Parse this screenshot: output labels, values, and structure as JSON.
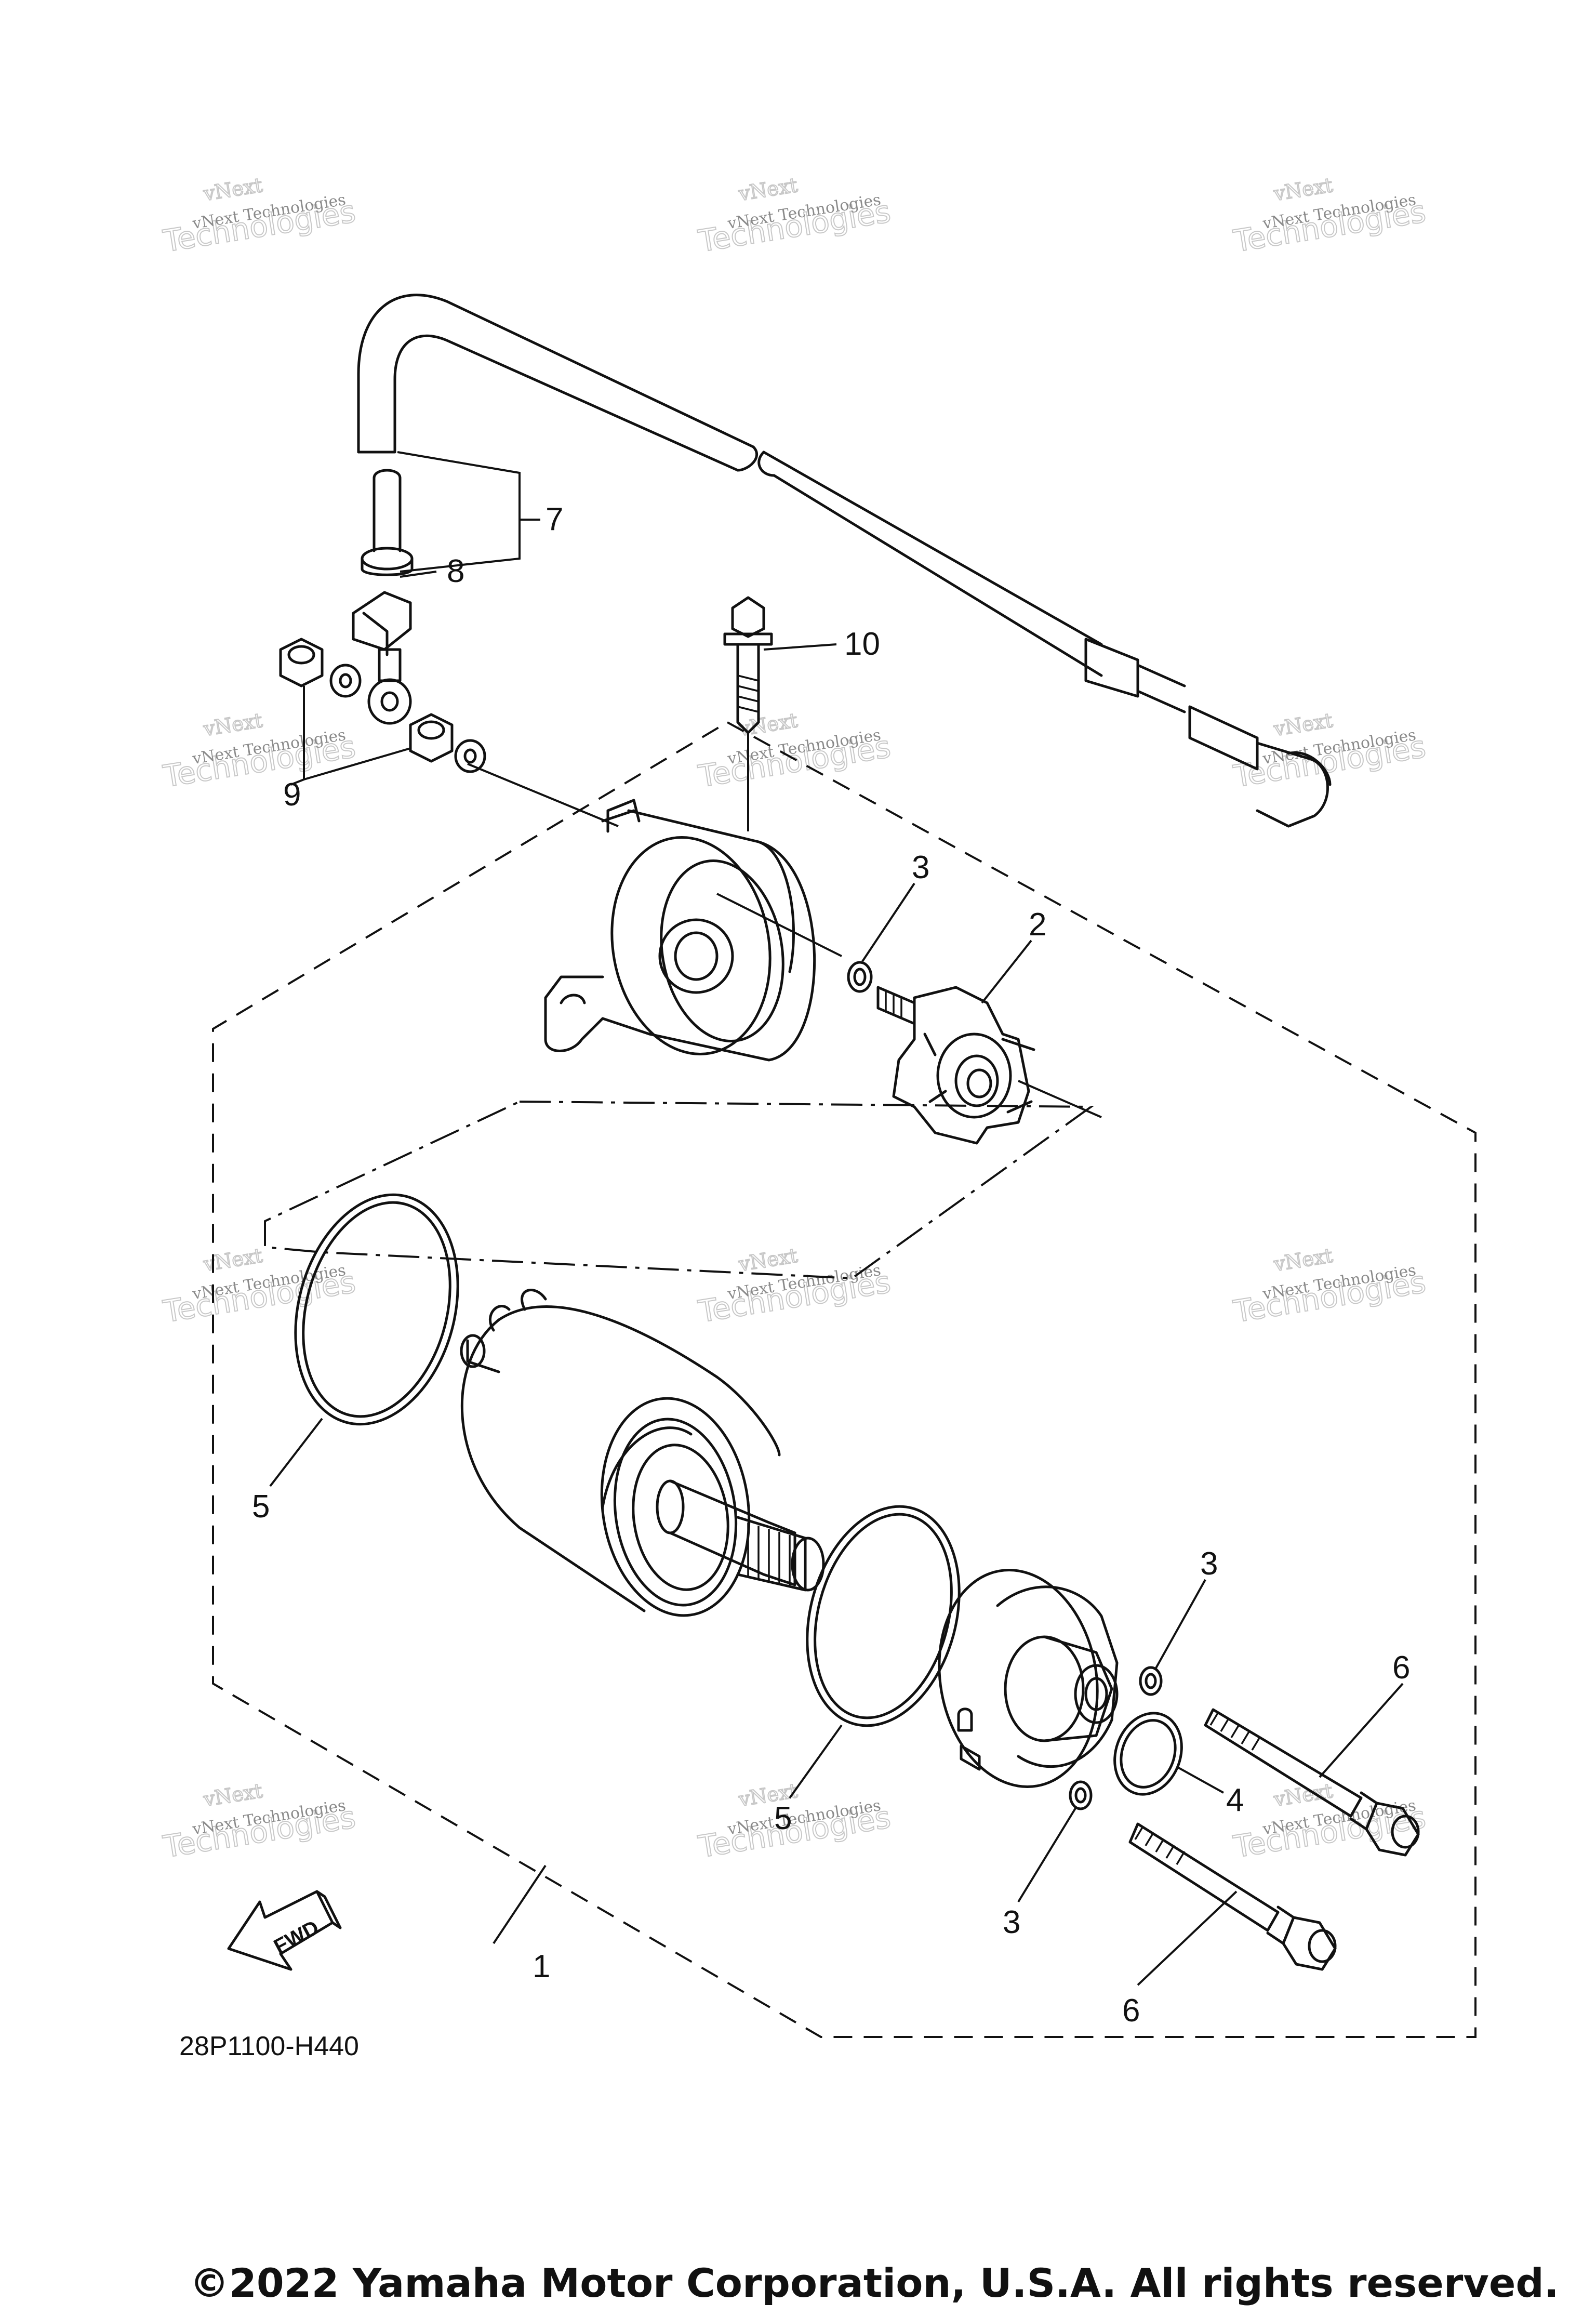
{
  "watermark": {
    "top": "vNext",
    "line": "vNext Technologies",
    "outline": "Technologies"
  },
  "callouts": [
    "1",
    "2",
    "3",
    "3",
    "3",
    "4",
    "5",
    "5",
    "6",
    "6",
    "7",
    "8",
    "9",
    "10"
  ],
  "fwd_label": "FWD",
  "diagram_code": "28P1100-H440",
  "copyright": "©2022 Yamaha Motor Corporation, U.S.A. All rights reserved."
}
